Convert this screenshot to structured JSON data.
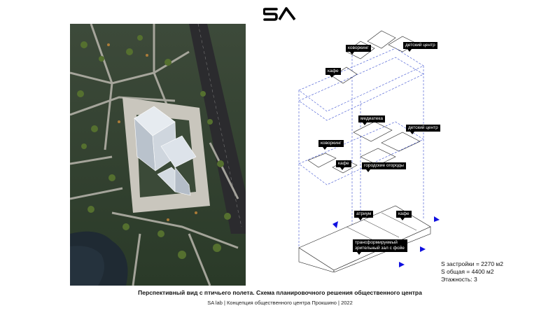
{
  "logo": {
    "text": "SA"
  },
  "scheme": {
    "labels": [
      "коворкинг",
      "детский центр",
      "кафе",
      "медиатека",
      "детский центр",
      "коворкинг",
      "кафе",
      "городские огороды",
      "атриум",
      "кафе",
      "трансформируемый зрительный зал с фойе"
    ]
  },
  "stats": {
    "built_area": "S застройки = 2270 м2",
    "total_area": "S общая = 4400 м2",
    "floors": "Этажность: 3"
  },
  "caption": "Перспективный вид с птичьего полета. Схема планировочного решения общественного центра",
  "subcaption": "SA lab | Концепция общественного центра Прокшино | 2022",
  "colors": {
    "dash_outline": "#3a4fd0",
    "arrow": "#1010e0",
    "callout_bg": "#000000"
  }
}
